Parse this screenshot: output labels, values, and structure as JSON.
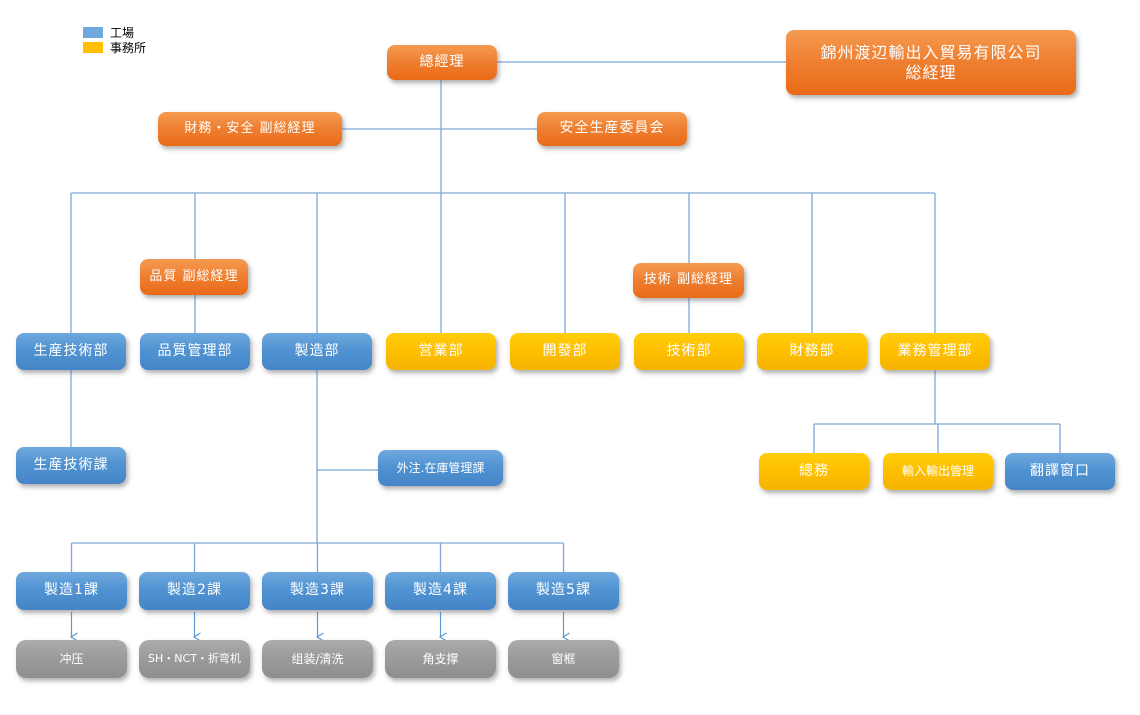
{
  "legend": {
    "factory_label": "工場",
    "office_label": "事務所"
  },
  "colors": {
    "factory_blue": "#5B9BD5",
    "office_yellow": "#FFC000",
    "management_orange": "#ED7D31",
    "process_gray": "#9C9C9C",
    "connector_blue": "#7DA7D8"
  },
  "nodes": {
    "general_manager": "總經理",
    "company": {
      "line1": "錦州渡辺輸出入貿易有限公司",
      "line2": "総経理"
    },
    "finance_safety_vgm": "財務・安全 副総経理",
    "safety_committee": "安全生産委員会",
    "quality_vgm": "品質 副総経理",
    "tech_vgm": "技術 副総経理",
    "production_tech_dept": "生産技術部",
    "quality_dept": "品質管理部",
    "manufacturing_dept": "製造部",
    "sales_dept": "営業部",
    "development_dept": "開發部",
    "technology_dept": "技術部",
    "finance_dept": "財務部",
    "business_admin_dept": "業務管理部",
    "production_tech_section": "生産技術課",
    "outsourcing_inventory_section": "外注.在庫管理課",
    "general_affairs": "總務",
    "import_export": "輸入輸出管理",
    "translation_window": "翻譯窗口",
    "mfg_section1": "製造1課",
    "mfg_section2": "製造2課",
    "mfg_section3": "製造3課",
    "mfg_section4": "製造4課",
    "mfg_section5": "製造5課",
    "process_press": "冲压",
    "process_sh_nct": "SH・NCT・折弯机",
    "process_assembly": "组装/清洗",
    "process_corner": "角支撑",
    "process_frame": "窗框"
  }
}
